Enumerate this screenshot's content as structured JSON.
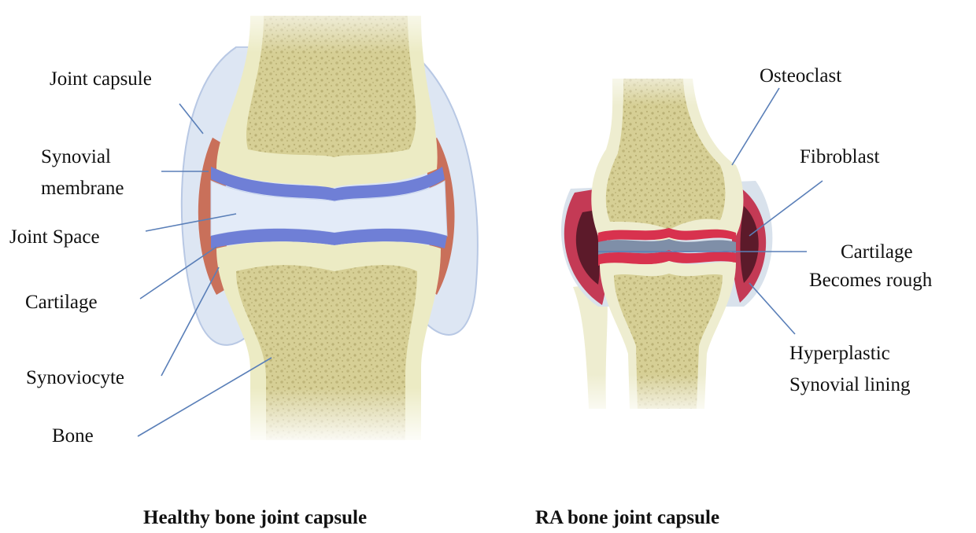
{
  "healthy": {
    "caption": "Healthy bone joint capsule",
    "labels": {
      "joint_capsule": "Joint capsule",
      "synovial_membrane_1": "Synovial",
      "synovial_membrane_2": "membrane",
      "joint_space": "Joint Space",
      "cartilage": "Cartilage",
      "synoviocyte": "Synoviocyte",
      "bone": "Bone"
    }
  },
  "ra": {
    "caption": "RA bone joint capsule",
    "labels": {
      "osteoclast": "Osteoclast",
      "fibroblast": "Fibroblast",
      "cartilage_1": "Cartilage",
      "cartilage_2": "Becomes rough",
      "hyperplastic_1": "Hyperplastic",
      "hyperplastic_2": "Synovial lining"
    }
  },
  "colors": {
    "bone_fill": "#d8d39a",
    "bone_outline": "#ecebc4",
    "capsule": "#dde6f3",
    "cartilage": "#6f7fd6",
    "synovial": "#c9705a",
    "ra_inflamed": "#c43a55",
    "leader_line": "#5a7fb8"
  }
}
